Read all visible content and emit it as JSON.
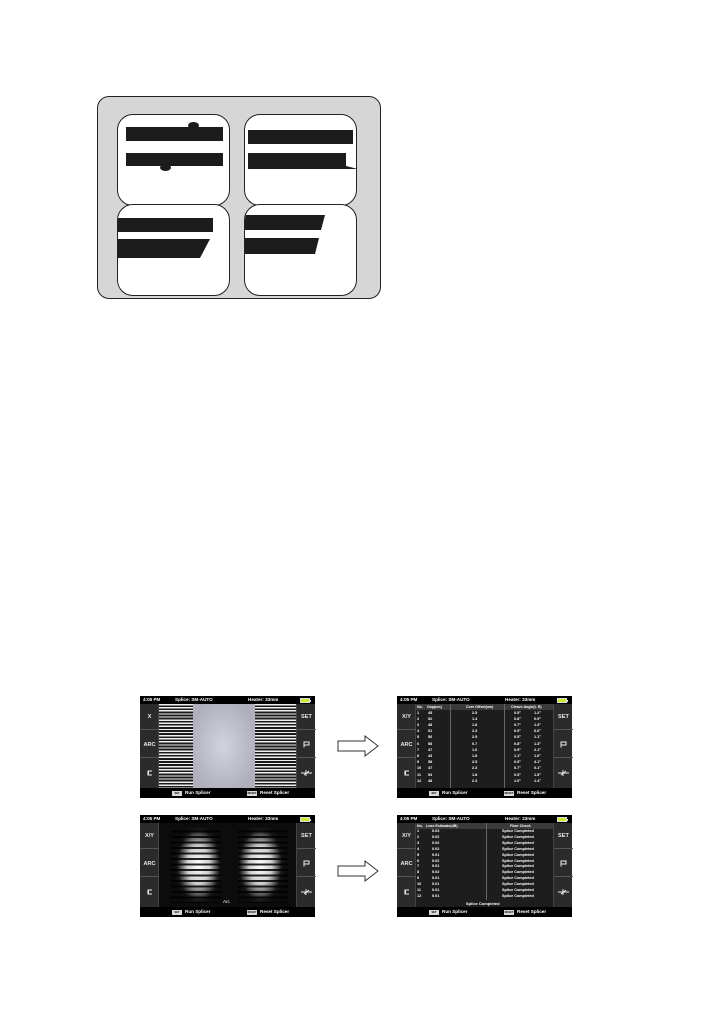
{
  "colors": {
    "background": "#ffffff",
    "panel": "#d6d6d6",
    "screen": "#222222",
    "battery": "#cfe835"
  },
  "screen_common": {
    "time": "4:05 PM",
    "splice_mode": "Splice: SM-AUTO",
    "heater": "Heater: 33mm",
    "set_key": "SET",
    "reset_key": "RESET",
    "run_label": "Run Splicer",
    "reset_label": "Reset Splicer",
    "right_buttons": [
      "SET",
      "flag-icon",
      "fiber-icon"
    ]
  },
  "screen_1": {
    "left_buttons": [
      "X",
      "ARC",
      "back-icon"
    ]
  },
  "screen_2": {
    "left_buttons": [
      "X/Y",
      "ARC",
      "back-icon"
    ],
    "headers": [
      "No.",
      "Gap(um)",
      "Core Offset(um)",
      "Cleave Angle(L R)"
    ],
    "rows": [
      [
        "1",
        "45",
        "2.5",
        "0.5°",
        "1.2°"
      ],
      [
        "2",
        "52",
        "1.4",
        "0.8°",
        "0.9°"
      ],
      [
        "3",
        "48",
        "1.8",
        "0.7°",
        "1.3°"
      ],
      [
        "4",
        "51",
        "2.3",
        "0.9°",
        "0.6°"
      ],
      [
        "5",
        "56",
        "2.5",
        "0.5°",
        "1.1°"
      ],
      [
        "6",
        "58",
        "0.7",
        "0.8°",
        "1.3°"
      ],
      [
        "7",
        "47",
        "1.6",
        "0.9°",
        "2.1°"
      ],
      [
        "8",
        "43",
        "1.8",
        "1.1°",
        "1.6°"
      ],
      [
        "9",
        "58",
        "2.5",
        "0.5°",
        "4.1°"
      ],
      [
        "10",
        "47",
        "2.3",
        "0.7°",
        "0.1°"
      ],
      [
        "11",
        "54",
        "1.8",
        "0.5°",
        "1.5°"
      ],
      [
        "12",
        "48",
        "2.3",
        "1.0°",
        "1.4°"
      ]
    ]
  },
  "screen_3": {
    "left_buttons": [
      "X/Y",
      "ARC",
      "back-icon"
    ],
    "arc_label": "Arc"
  },
  "screen_4": {
    "left_buttons": [
      "X/Y",
      "ARC",
      "back-icon"
    ],
    "headers": [
      "No.",
      "Loss Estimate(dB)",
      "Fiber Check"
    ],
    "rows": [
      [
        "1",
        "0.03",
        "Splice Completed"
      ],
      [
        "2",
        "0.02",
        "Splice Completed"
      ],
      [
        "3",
        "0.02",
        "Splice Completed"
      ],
      [
        "4",
        "0.02",
        "Splice Completed"
      ],
      [
        "5",
        "0.01",
        "Splice Completed"
      ],
      [
        "6",
        "0.02",
        "Splice Completed"
      ],
      [
        "7",
        "0.01",
        "Splice Completed"
      ],
      [
        "8",
        "0.02",
        "Splice Completed"
      ],
      [
        "9",
        "0.01",
        "Splice Completed"
      ],
      [
        "10",
        "0.01",
        "Splice Completed"
      ],
      [
        "11",
        "0.01",
        "Splice Completed"
      ],
      [
        "12",
        "0.01",
        "Splice Completed"
      ]
    ],
    "status": "Splice Completed"
  }
}
